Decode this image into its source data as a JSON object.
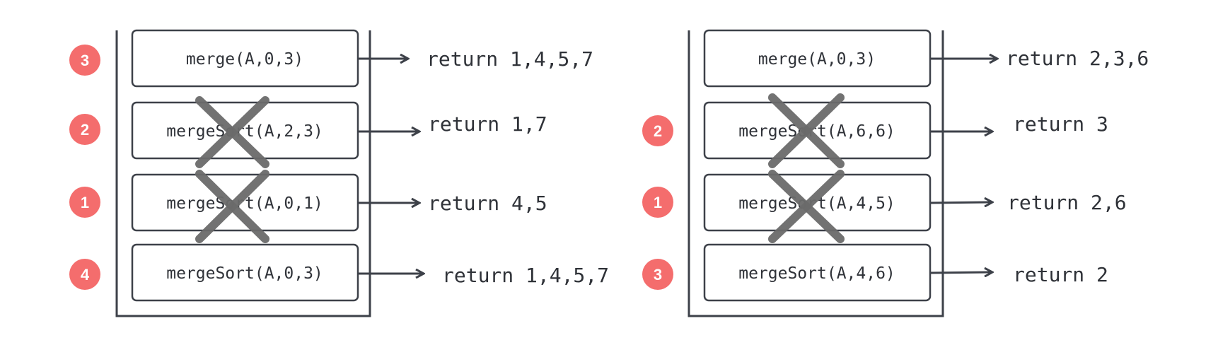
{
  "colors": {
    "stroke": "#3d4149",
    "badge": "#f46d6d",
    "cross": "#6b6b6b"
  },
  "stacks": [
    {
      "frames": [
        {
          "badge": "3",
          "label": "merge(A,0,3)",
          "ret": "return 1,4,5,7",
          "crossed": false
        },
        {
          "badge": "2",
          "label": "mergeSort(A,2,3)",
          "ret": "return 1,7",
          "crossed": true
        },
        {
          "badge": "1",
          "label": "mergeSort(A,0,1)",
          "ret": "return 4,5",
          "crossed": true
        },
        {
          "badge": "4",
          "label": "mergeSort(A,0,3)",
          "ret": "return 1,4,5,7",
          "crossed": false
        }
      ]
    },
    {
      "frames": [
        {
          "badge": "",
          "label": "merge(A,0,3)",
          "ret": "return 2,3,6",
          "crossed": false
        },
        {
          "badge": "2",
          "label": "mergeSort(A,6,6)",
          "ret": "return 3",
          "crossed": true
        },
        {
          "badge": "1",
          "label": "mergeSort(A,4,5)",
          "ret": "return 2,6",
          "crossed": true
        },
        {
          "badge": "3",
          "label": "mergeSort(A,4,6)",
          "ret": "return 2",
          "crossed": false
        }
      ]
    }
  ]
}
